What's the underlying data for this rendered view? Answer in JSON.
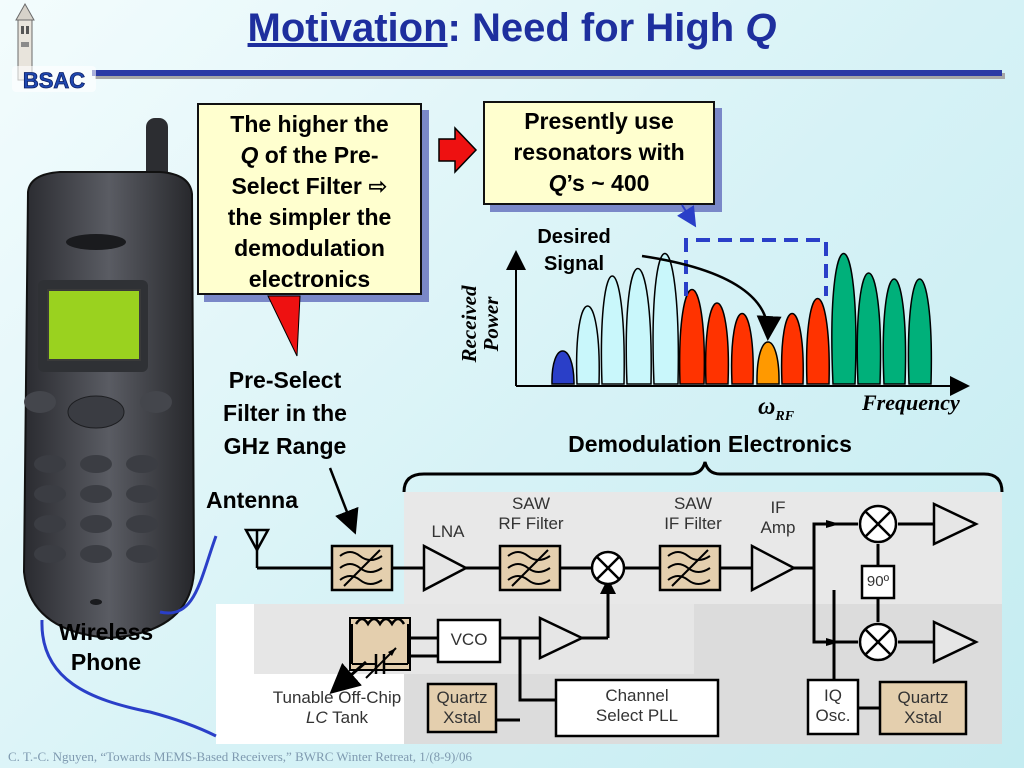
{
  "title": {
    "main": "Motivation",
    "rest": ": Need for High ",
    "q": "Q"
  },
  "logo": {
    "text": "BSAC"
  },
  "callout_left": {
    "line1": "The higher the",
    "q": "Q",
    "line2_rest": " of the Pre-",
    "line3": "Select Filter ⇨",
    "line4": "the simpler the",
    "line5": "demodulation",
    "line6": "electronics"
  },
  "callout_right": {
    "line1": "Presently use",
    "line2": "resonators with",
    "q": "Q",
    "line3_rest": "’s ~ 400"
  },
  "labels": {
    "preselect": "Pre-Select Filter in the GHz Range",
    "antenna": "Antenna",
    "phone": "Wireless Phone",
    "demod": "Demodulation Electronics",
    "desired": "Desired Signal",
    "received": "Received Power",
    "frequency": "Frequency",
    "omega": "ω",
    "rf_sub": "RF"
  },
  "blocks": {
    "lna": "LNA",
    "saw_rf_1": "SAW",
    "saw_rf_2": "RF Filter",
    "saw_if_1": "SAW",
    "saw_if_2": "IF Filter",
    "if_amp_1": "IF",
    "if_amp_2": "Amp",
    "vco": "VCO",
    "quartz_xstal_1a": "Quartz",
    "quartz_xstal_1b": "Xstal",
    "channel_pll_1": "Channel",
    "channel_pll_2": "Select PLL",
    "tank_1": "Tunable Off-Chip",
    "tank_lc": "LC",
    "tank_2": " Tank",
    "iq_1": "IQ",
    "iq_2": "Osc.",
    "quartz_xstal_2a": "Quartz",
    "quartz_xstal_2b": "Xstal",
    "phase": "90º"
  },
  "footer": "C. T.-C. Nguyen, “Towards MEMS-Based Receivers,” BWRC Winter Retreat, 1/(8-9)/06",
  "colors": {
    "title": "#1e2f9e",
    "callout_bg": "#ffffcf",
    "blue_channel": "#2a3fc8",
    "cyan_channel": "#c9f7fb",
    "red_channel": "#ff3300",
    "orange_channel": "#ff9900",
    "green_channel": "#00b07a",
    "quartz": "#e4cfae"
  }
}
